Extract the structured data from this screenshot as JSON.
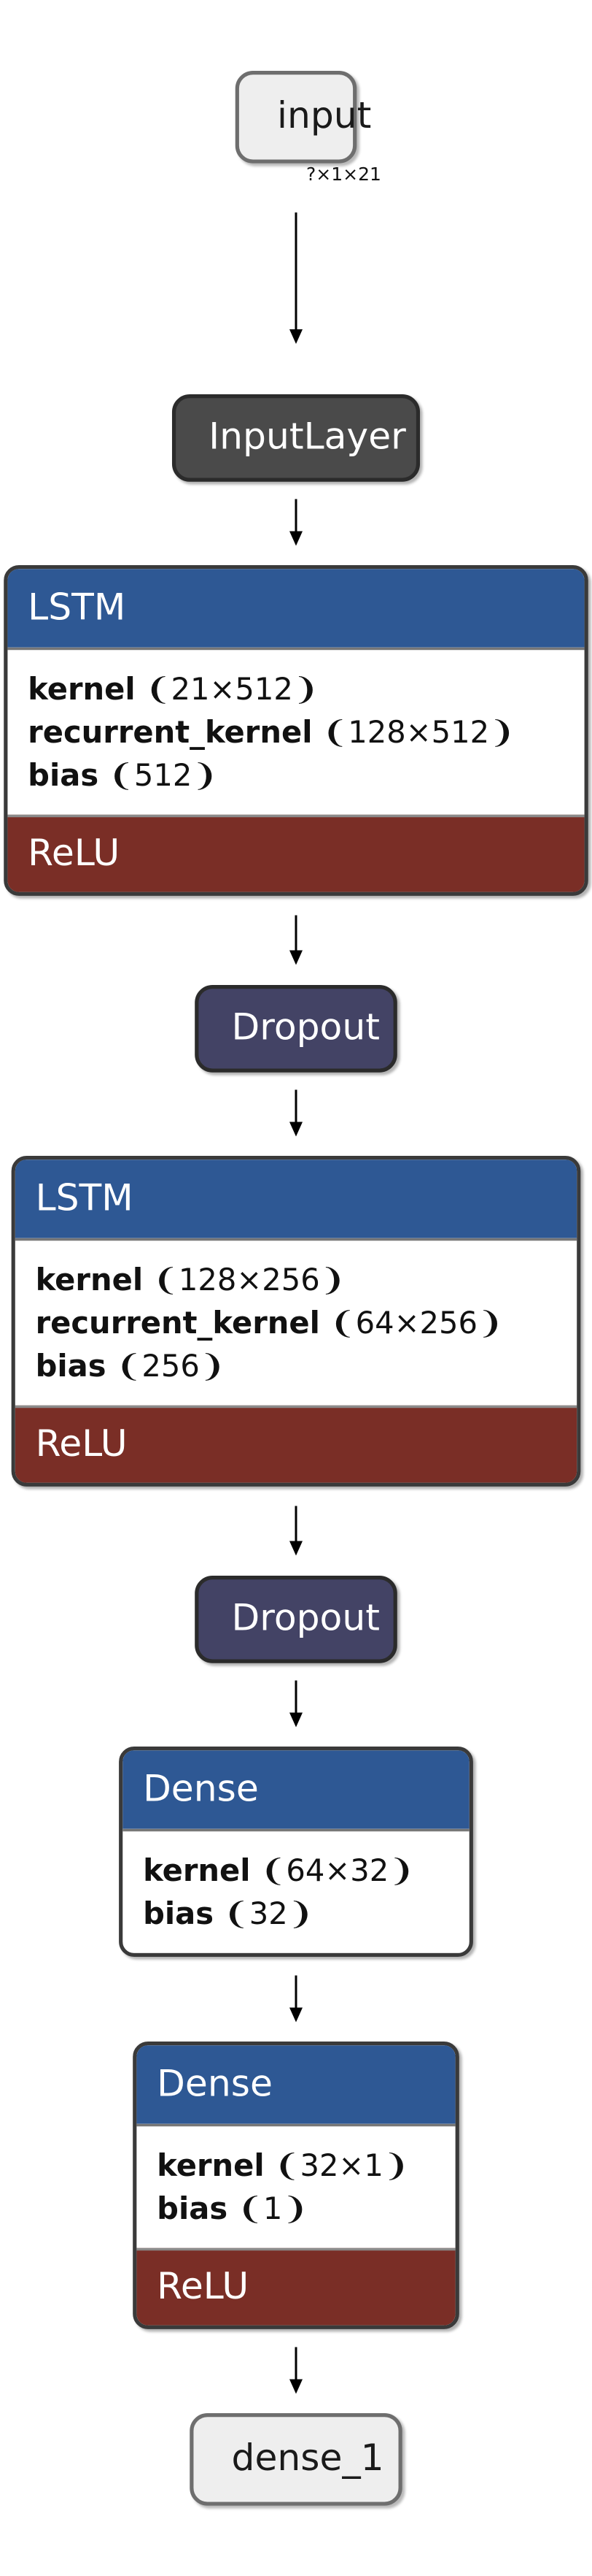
{
  "diagram": {
    "title": "Keras LSTM model architecture graph",
    "background": "#ffffff",
    "colors": {
      "layer_header": "#2e5894",
      "activation_band": "#7a2e26",
      "dropout": "#434365",
      "input_layer": "#4a4a4a",
      "io_pill": "#eeeeee",
      "border": "#3a3a3a",
      "edge": "#000000"
    }
  },
  "nodes": {
    "input": {
      "label": "input"
    },
    "input_layer": {
      "label": "InputLayer"
    },
    "lstm_1": {
      "type": "LSTM",
      "header": "LSTM",
      "params": [
        {
          "name": "kernel",
          "shape": "❨21×512❩"
        },
        {
          "name": "recurrent_kernel",
          "shape": "❨128×512❩"
        },
        {
          "name": "bias",
          "shape": "❨512❩"
        }
      ],
      "activation": "ReLU"
    },
    "dropout_1": {
      "label": "Dropout"
    },
    "lstm_2": {
      "type": "LSTM",
      "header": "LSTM",
      "params": [
        {
          "name": "kernel",
          "shape": "❨128×256❩"
        },
        {
          "name": "recurrent_kernel",
          "shape": "❨64×256❩"
        },
        {
          "name": "bias",
          "shape": "❨256❩"
        }
      ],
      "activation": "ReLU"
    },
    "dropout_2": {
      "label": "Dropout"
    },
    "dense_1": {
      "type": "Dense",
      "header": "Dense",
      "params": [
        {
          "name": "kernel",
          "shape": "❨64×32❩"
        },
        {
          "name": "bias",
          "shape": "❨32❩"
        }
      ],
      "activation": null
    },
    "dense_2": {
      "type": "Dense",
      "header": "Dense",
      "params": [
        {
          "name": "kernel",
          "shape": "❨32×1❩"
        },
        {
          "name": "bias",
          "shape": "❨1❩"
        }
      ],
      "activation": "ReLU"
    },
    "output": {
      "label": "dense_1"
    }
  },
  "edges": [
    {
      "from": "input",
      "to": "input_layer",
      "label": "?×1×21"
    },
    {
      "from": "input_layer",
      "to": "lstm_1",
      "label": ""
    },
    {
      "from": "lstm_1",
      "to": "dropout_1",
      "label": ""
    },
    {
      "from": "dropout_1",
      "to": "lstm_2",
      "label": ""
    },
    {
      "from": "lstm_2",
      "to": "dropout_2",
      "label": ""
    },
    {
      "from": "dropout_2",
      "to": "dense_1",
      "label": ""
    },
    {
      "from": "dense_1",
      "to": "dense_2",
      "label": ""
    },
    {
      "from": "dense_2",
      "to": "output",
      "label": ""
    }
  ]
}
